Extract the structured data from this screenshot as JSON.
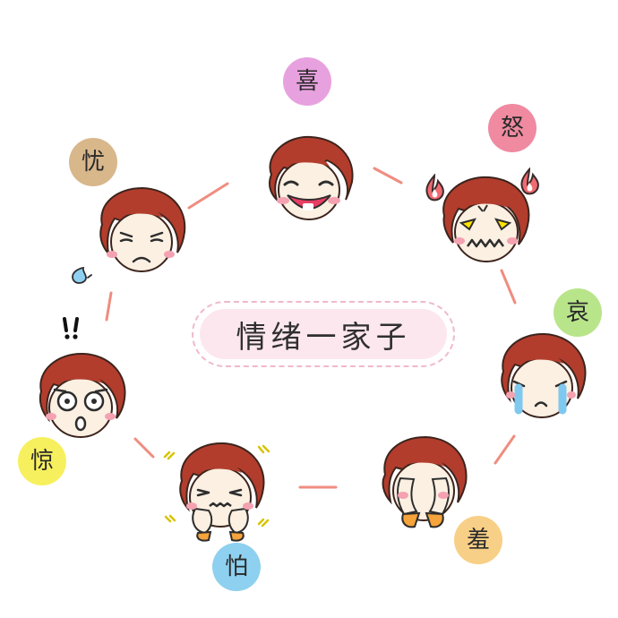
{
  "center": {
    "title": "情绪一家子"
  },
  "emotions": [
    {
      "key": "happy",
      "label": "喜",
      "color": "#e8a1df"
    },
    {
      "key": "angry",
      "label": "怒",
      "color": "#ef8aa0"
    },
    {
      "key": "sad",
      "label": "哀",
      "color": "#b9e58a"
    },
    {
      "key": "shy",
      "label": "羞",
      "color": "#f8cf86"
    },
    {
      "key": "afraid",
      "label": "怕",
      "color": "#8ed0ef"
    },
    {
      "key": "surprised",
      "label": "惊",
      "color": "#f7f05e"
    },
    {
      "key": "worried",
      "label": "忧",
      "color": "#d8b78b"
    }
  ]
}
